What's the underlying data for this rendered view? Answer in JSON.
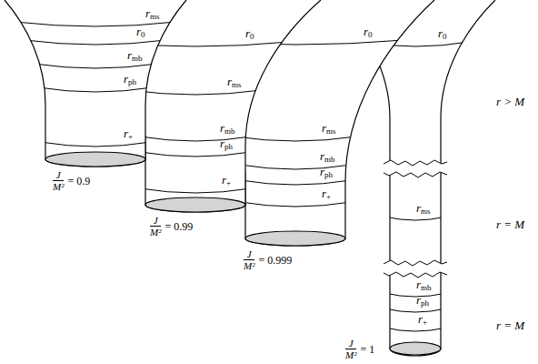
{
  "diagram": {
    "labels": [
      "rms",
      "r0",
      "rmb",
      "rph",
      "r+",
      "J",
      "M²",
      "= 0.9",
      "r0",
      "rms",
      "rmb",
      "rph",
      "r+",
      "J",
      "M²",
      "= 0.99",
      "r0",
      "rms",
      "rmb",
      "rph",
      "r+",
      "J",
      "M²",
      "= 0.999",
      "r0",
      "rms",
      "rmb",
      "rph",
      "r+",
      "J",
      "M²",
      "= 1",
      "r > M",
      "r = M",
      "r = M"
    ]
  }
}
